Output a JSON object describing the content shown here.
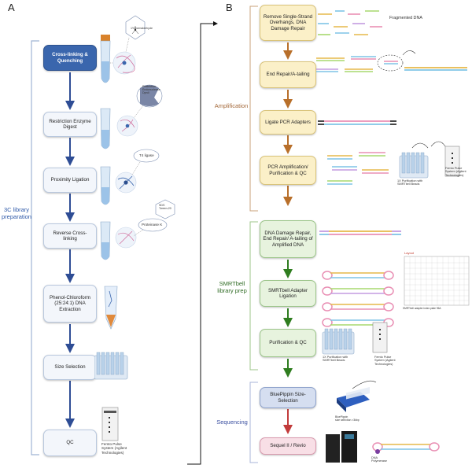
{
  "panel_a": {
    "letter": "A",
    "side_label_line1": "3C library",
    "side_label_line2": "preparation",
    "steps": [
      "Cross-linking & Quenching",
      "Restriction Enzyme Digest",
      "Proximity Ligation",
      "Reverse Cross-linking",
      "Phenol-Chloroform (25:24:1) DNA Extraction",
      "Size Selection",
      "QC"
    ],
    "annotations": {
      "formaldehyde": "1% formaldehyde",
      "enzyme_line1": "Restriction",
      "enzyme_line2": "Endonuclease",
      "enzyme_line3": "DpnII",
      "ligase": "T4 ligase",
      "sds_line1": "SDS",
      "sds_line2": "Tween-20",
      "proteinase": "Proteinase K",
      "femto_line1": "Femto Pulse",
      "femto_line2": "System (Agilent",
      "femto_line3": "Technologies)"
    }
  },
  "panel_b": {
    "letter": "B",
    "group_labels": {
      "amplification": "Amplification",
      "smrtbell_line1": "SMRTbell",
      "smrtbell_line2": "library prep",
      "sequencing": "Sequencing"
    },
    "steps": [
      "Remove Single-Strand Overhangs, DNA Damage Repair",
      "End Repair/A-tailing",
      "Ligate PCR Adapters",
      "PCR Amplification/ Purification & QC",
      "DNA Damage Repair, End Repair/ A-tailing of Amplified DNA",
      "SMRTbell Adapter Ligation",
      "Purification & QC",
      "BluePippin Size-Selection",
      "Sequel II / Revio"
    ],
    "annotations": {
      "fragmented": "Fragmented DNA",
      "purif1_line1": "1X Purification with",
      "purif1_line2": "SMRTbell Beads",
      "femto1_line1": "Femto Pulse",
      "femto1_line2": "System (Agilent",
      "femto1_line3": "Technologies)",
      "layout_title": "Layout",
      "plate_caption": "SMRTbell adapter index plate 96A",
      "purif2_line1": "1X Purification with",
      "purif2_line2": "SMRTbell Beads",
      "femto2_line1": "Femto Pulse",
      "femto2_line2": "System (Agilent",
      "femto2_line3": "Technologies)",
      "bluepippin_line1": "BluePippin",
      "bluepippin_line2": "size selection >3kbp",
      "polymerase_line1": "DNA",
      "polymerase_line2": "Polymerase"
    }
  },
  "colors": {
    "brown_arrow": "#b86f2a",
    "green_arrow": "#2f7d1f",
    "red_arrow": "#c23b3b",
    "blue_arrow": "#2e4d95",
    "amplification_text": "#a4693a",
    "smrtbell_text": "#2f6b24",
    "sequencing_text": "#3a4fa0",
    "panel_a_label": "#2e59a8"
  }
}
